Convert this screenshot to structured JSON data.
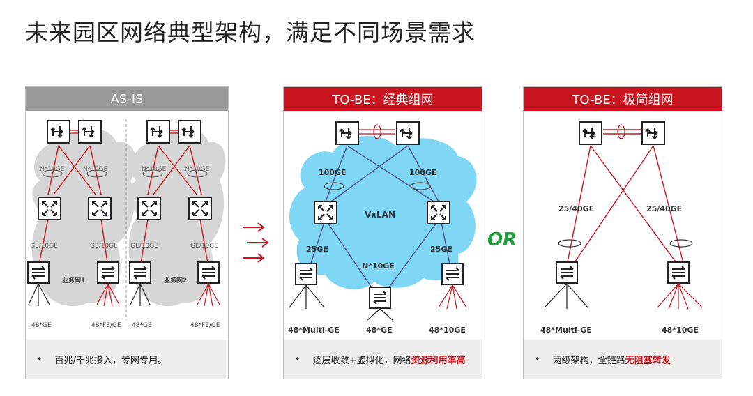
{
  "title": "未来园区网络典型架构，满足不同场景需求",
  "separator": "OR",
  "panels": {
    "asis": {
      "header": "AS-IS",
      "links_top": "N*10GE",
      "links_bottom": "GE/10GE",
      "net1": "业务网1",
      "net2": "业务网2",
      "access_ge": "48*GE",
      "access_fe": "48*FE/GE",
      "footer": "百兆/千兆接入，专网专用。"
    },
    "classic": {
      "header": "TO-BE：经典组网",
      "link_core": "100GE",
      "link_agg": "25GE",
      "link_mid": "N*10GE",
      "cloud": "VxLAN",
      "acc_left": "48*Multi-GE",
      "acc_mid": "48*GE",
      "acc_right": "48*10GE",
      "footer_plain": "逐层收敛+虚拟化，网络",
      "footer_hl": "资源利用率高"
    },
    "simple": {
      "header": "TO-BE：极简组网",
      "link": "25/40GE",
      "acc_left": "48*Multi-GE",
      "acc_right": "48*10GE",
      "footer_plain": "两级架构，全链路",
      "footer_hl": "无阻塞转发"
    }
  },
  "colors": {
    "accent_red": "#c8141e",
    "header_grey": "#9a9a9a",
    "cloud_blue": "#7fd6f5",
    "cloud_grey": "#d6d6d6",
    "or_green": "#1f9e3c"
  }
}
